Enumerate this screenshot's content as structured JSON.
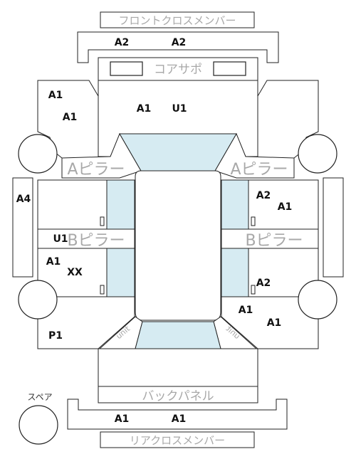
{
  "labels": {
    "front_cross_member": "フロントクロスメンバー",
    "core_support": "コアサポ",
    "a_pillar_left": "Aピラー",
    "a_pillar_right": "Aピラー",
    "b_pillar_left": "Bピラー",
    "b_pillar_right": "Bピラー",
    "unit_left": "unit",
    "unit_right": "unit",
    "back_panel": "バックパネル",
    "rear_cross_member": "リアクロスメンバー",
    "spare": "スペア"
  },
  "codes": {
    "front_cross_left": "A2",
    "front_cross_right": "A2",
    "front_left_1": "A1",
    "front_left_2": "A1",
    "hood_left": "A1",
    "hood_right": "U1",
    "side_left": "A4",
    "front_door_right_1": "A2",
    "front_door_right_2": "A1",
    "rocker_left": "U1",
    "rear_door_left_1": "A1",
    "rear_door_left_2": "XX",
    "rear_door_right": "A2",
    "rear_right_1": "A1",
    "rear_right_2": "A1",
    "rear_left": "P1",
    "rear_cross_left": "A1",
    "rear_cross_right": "A1"
  },
  "colors": {
    "line": "#222222",
    "glass": "#d6ebf2",
    "label": "#a8a8a8",
    "code": "#111111"
  }
}
